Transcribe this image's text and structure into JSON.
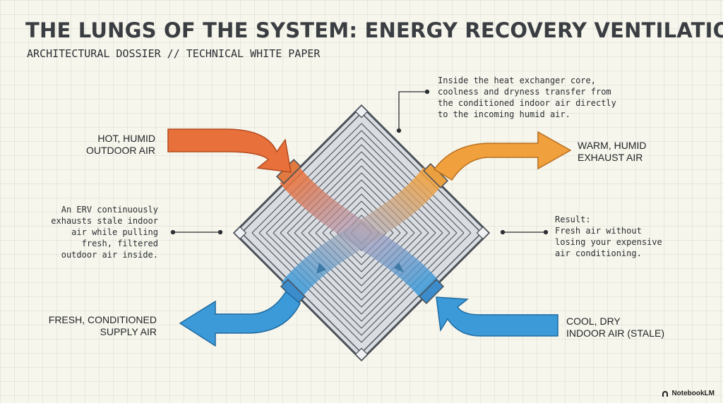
{
  "header": {
    "title": "THE LUNGS OF THE SYSTEM: ENERGY RECOVERY VENTILATION",
    "subtitle": "ARCHITECTURAL DOSSIER // TECHNICAL WHITE PAPER"
  },
  "annotations": {
    "core_note": "Inside the heat exchanger core,\ncoolness and dryness transfer from\nthe conditioned indoor air directly\nto the incoming humid air.",
    "left_note": "An ERV continuously\nexhausts stale indoor\nair while pulling\nfresh, filtered\noutdoor air inside.",
    "right_note": "Result:\nFresh air without\nlosing your expensive\nair conditioning."
  },
  "flows": {
    "hot_outdoor": "HOT, HUMID\nOUTDOOR AIR",
    "warm_exhaust": "WARM, HUMID\nEXHAUST AIR",
    "fresh_supply": "FRESH, CONDITIONED\nSUPPLY AIR",
    "cool_indoor": "COOL, DRY\nINDOOR AIR (STALE)"
  },
  "colors": {
    "hot_air": "#e8703a",
    "warm_air": "#f0a03c",
    "cool_air": "#3c9ad8",
    "core_outline": "#4a5058"
  },
  "brand": {
    "name": "NotebookLM",
    "icon": "notebooklm-logo-icon"
  }
}
